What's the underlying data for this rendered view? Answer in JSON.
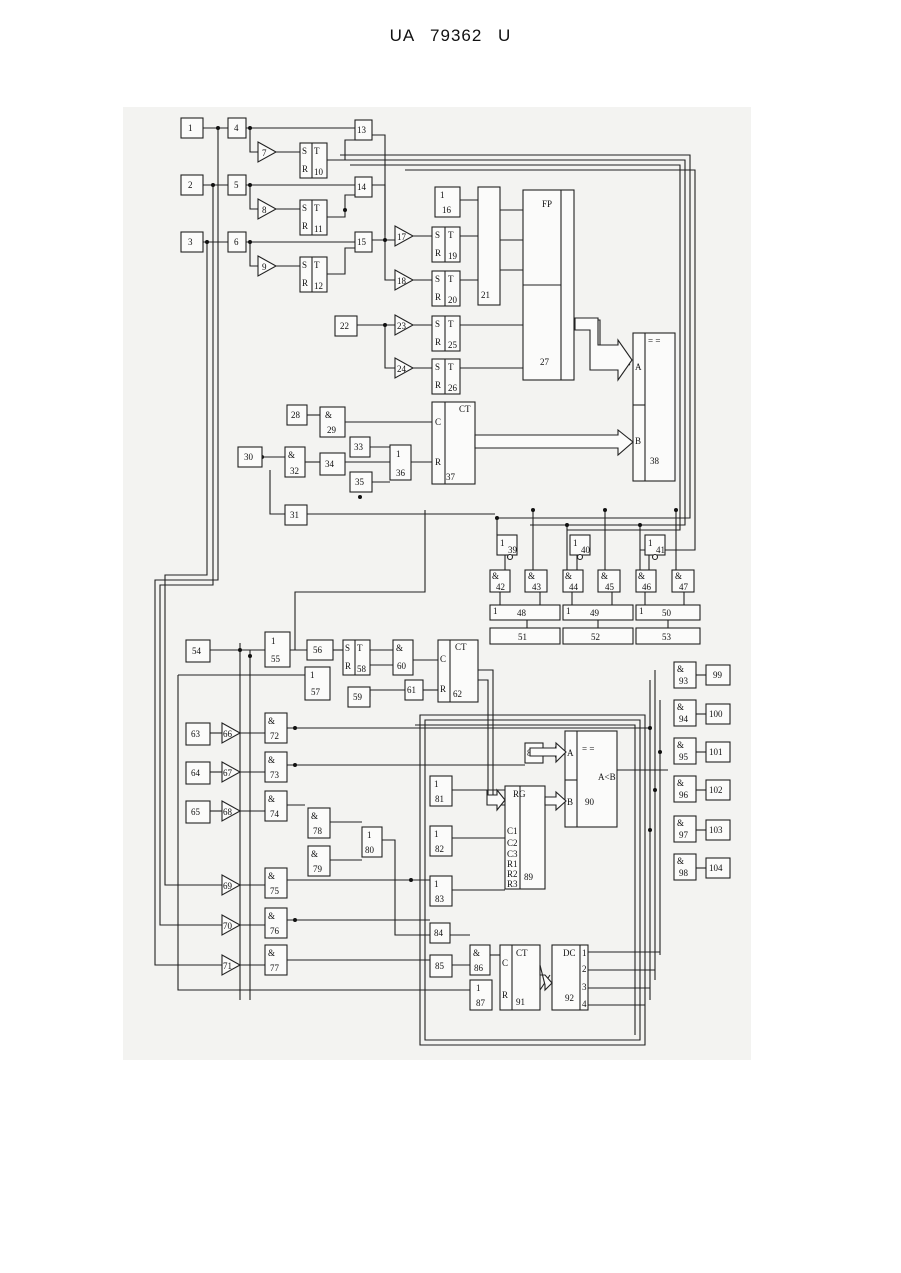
{
  "header": {
    "text": "UA   79362   U"
  },
  "diagram": {
    "inputs": [
      "1",
      "2",
      "3",
      "4",
      "5",
      "6",
      "22",
      "28",
      "30",
      "33",
      "35",
      "54",
      "59",
      "63",
      "64",
      "65"
    ],
    "outputs": [
      "99",
      "100",
      "101",
      "102",
      "103",
      "104"
    ],
    "outputs_top": [
      "51",
      "52",
      "53"
    ]
  }
}
